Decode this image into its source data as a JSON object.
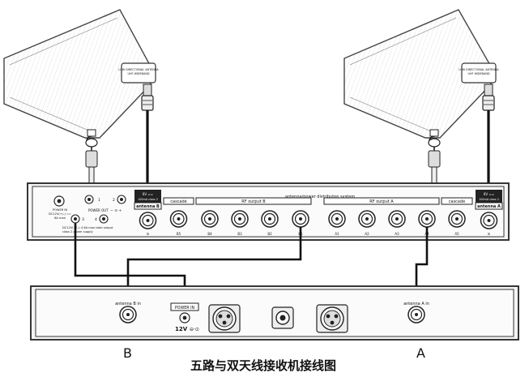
{
  "antennas": {
    "left": {
      "label_1": "LOW DIRECTIONAL ANTENNA",
      "label_2": "UHF WIDEBAND"
    },
    "right": {
      "label_1": "LOW DIRECTIONAL ANTENNA",
      "label_2": "UHF WIDEBAND"
    }
  },
  "distributor": {
    "title": "antenna/power distributon system",
    "power_in": {
      "line1": "POWER IN",
      "line2": "DC12V(+/-) ==",
      "line3": "6A max"
    },
    "power_out": {
      "label": "POWER OUT",
      "symbol": "− ⊙ +",
      "num_1": "1",
      "num_2": "2",
      "num_3": "3",
      "num_4": "4"
    },
    "power_note": {
      "line1": "DC12V(+/-): 4 6A max total output",
      "line2": "class 2 power supply"
    },
    "antenna_b": {
      "head1": "6V ==",
      "head2": "100mA class 2",
      "name": "antenna B",
      "port": "in"
    },
    "antenna_a": {
      "head1": "6V ==",
      "head2": "100mA class 2",
      "name": "antenna A",
      "port": "in"
    },
    "cascade_b": {
      "name": "cascade",
      "port": "B5"
    },
    "cascade_a": {
      "name": "cascade",
      "port": "A5"
    },
    "rf_b": {
      "name": "RF output  B",
      "ports": [
        "B4",
        "B3",
        "B2",
        "B1"
      ]
    },
    "rf_a": {
      "name": "RF output  A",
      "ports": [
        "A1",
        "A2",
        "A3",
        "A4"
      ]
    }
  },
  "receiver": {
    "antenna_b_in": "antenna B in",
    "antenna_a_in": "antenna A in",
    "power_in": "POWER IN",
    "voltage": "12V"
  },
  "labels": {
    "b": "B",
    "a": "A",
    "caption": "五路与双天线接收机接线图"
  }
}
